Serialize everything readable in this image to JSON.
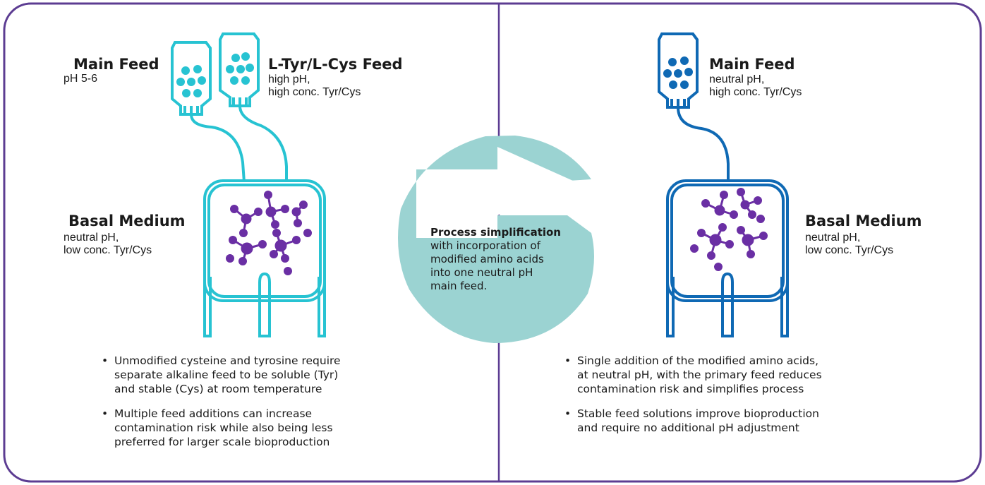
{
  "colors": {
    "frame": "#5c3c92",
    "teal": "#27c3d2",
    "blue": "#0f69b4",
    "molecule": "#6a2fa4",
    "arrow": "#9bd3d2"
  },
  "left": {
    "main_feed_title": "Main Feed",
    "main_feed_desc": "pH 5-6",
    "tyr_feed_title": "L-Tyr/L-Cys Feed",
    "tyr_feed_desc": [
      "high pH,",
      "high conc. Tyr/Cys"
    ],
    "basal_title": "Basal Medium",
    "basal_desc": [
      "neutral pH,",
      "low conc. Tyr/Cys"
    ],
    "bullets": [
      [
        "Unmodified cysteine and tyrosine require",
        "separate alkaline feed to be soluble (Tyr)",
        "and stable (Cys) at room temperature"
      ],
      [
        "Multiple feed additions can increase",
        "contamination risk while also being less",
        "preferred for larger scale bioproduction"
      ]
    ]
  },
  "center": {
    "title": "Process simplification",
    "lines": [
      "with incorporation of",
      "modified amino acids",
      "into one neutral pH",
      "main feed."
    ]
  },
  "right": {
    "main_feed_title": "Main Feed",
    "main_feed_desc": [
      "neutral pH,",
      "high conc. Tyr/Cys"
    ],
    "basal_title": "Basal Medium",
    "basal_desc": [
      "neutral pH,",
      "low conc. Tyr/Cys"
    ],
    "bullets": [
      [
        "Single addition of the modified amino acids,",
        "at neutral pH, with the primary feed reduces",
        "contamination risk and simplifies process"
      ],
      [
        "Stable feed solutions improve bioproduction",
        "and require no additional pH adjustment"
      ]
    ]
  }
}
